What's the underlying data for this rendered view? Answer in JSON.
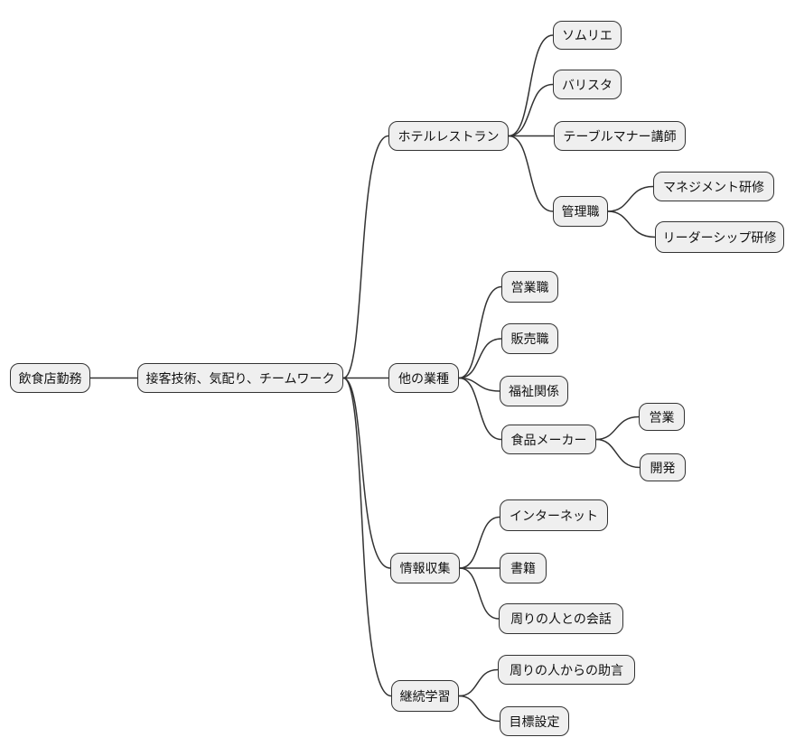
{
  "diagram": {
    "type": "mindmap",
    "background_color": "#ffffff",
    "node_fill_color": "#efefef",
    "node_border_color": "#333333",
    "edge_color": "#333333",
    "text_color": "#111111",
    "nodes": [
      {
        "id": "root",
        "label": "飲食店勤務",
        "level": 0,
        "parent": null
      },
      {
        "id": "skills",
        "label": "接客技術、気配り、チームワーク",
        "level": 1,
        "parent": "root"
      },
      {
        "id": "hotel",
        "label": "ホテルレストラン",
        "level": 2,
        "parent": "skills"
      },
      {
        "id": "sommelier",
        "label": "ソムリエ",
        "level": 3,
        "parent": "hotel"
      },
      {
        "id": "barista",
        "label": "バリスタ",
        "level": 3,
        "parent": "hotel"
      },
      {
        "id": "table-manner",
        "label": "テーブルマナー講師",
        "level": 3,
        "parent": "hotel"
      },
      {
        "id": "management",
        "label": "管理職",
        "level": 3,
        "parent": "hotel"
      },
      {
        "id": "mgmt-training",
        "label": "マネジメント研修",
        "level": 4,
        "parent": "management"
      },
      {
        "id": "leadership-training",
        "label": "リーダーシップ研修",
        "level": 4,
        "parent": "management"
      },
      {
        "id": "other-industries",
        "label": "他の業種",
        "level": 2,
        "parent": "skills"
      },
      {
        "id": "sales-job",
        "label": "営業職",
        "level": 3,
        "parent": "other-industries"
      },
      {
        "id": "retail-job",
        "label": "販売職",
        "level": 3,
        "parent": "other-industries"
      },
      {
        "id": "welfare",
        "label": "福祉関係",
        "level": 3,
        "parent": "other-industries"
      },
      {
        "id": "food-maker",
        "label": "食品メーカー",
        "level": 3,
        "parent": "other-industries"
      },
      {
        "id": "sales",
        "label": "営業",
        "level": 4,
        "parent": "food-maker"
      },
      {
        "id": "development",
        "label": "開発",
        "level": 4,
        "parent": "food-maker"
      },
      {
        "id": "info-gathering",
        "label": "情報収集",
        "level": 2,
        "parent": "skills"
      },
      {
        "id": "internet",
        "label": "インターネット",
        "level": 3,
        "parent": "info-gathering"
      },
      {
        "id": "books",
        "label": "書籍",
        "level": 3,
        "parent": "info-gathering"
      },
      {
        "id": "conversations",
        "label": "周りの人との会話",
        "level": 3,
        "parent": "info-gathering"
      },
      {
        "id": "continuous-learning",
        "label": "継続学習",
        "level": 2,
        "parent": "skills"
      },
      {
        "id": "advice",
        "label": "周りの人からの助言",
        "level": 3,
        "parent": "continuous-learning"
      },
      {
        "id": "goal-setting",
        "label": "目標設定",
        "level": 3,
        "parent": "continuous-learning"
      }
    ],
    "edges": [
      [
        "root",
        "skills"
      ],
      [
        "skills",
        "hotel"
      ],
      [
        "skills",
        "other-industries"
      ],
      [
        "skills",
        "info-gathering"
      ],
      [
        "skills",
        "continuous-learning"
      ],
      [
        "hotel",
        "sommelier"
      ],
      [
        "hotel",
        "barista"
      ],
      [
        "hotel",
        "table-manner"
      ],
      [
        "hotel",
        "management"
      ],
      [
        "management",
        "mgmt-training"
      ],
      [
        "management",
        "leadership-training"
      ],
      [
        "other-industries",
        "sales-job"
      ],
      [
        "other-industries",
        "retail-job"
      ],
      [
        "other-industries",
        "welfare"
      ],
      [
        "other-industries",
        "food-maker"
      ],
      [
        "food-maker",
        "sales"
      ],
      [
        "food-maker",
        "development"
      ],
      [
        "info-gathering",
        "internet"
      ],
      [
        "info-gathering",
        "books"
      ],
      [
        "info-gathering",
        "conversations"
      ],
      [
        "continuous-learning",
        "advice"
      ],
      [
        "continuous-learning",
        "goal-setting"
      ]
    ]
  }
}
